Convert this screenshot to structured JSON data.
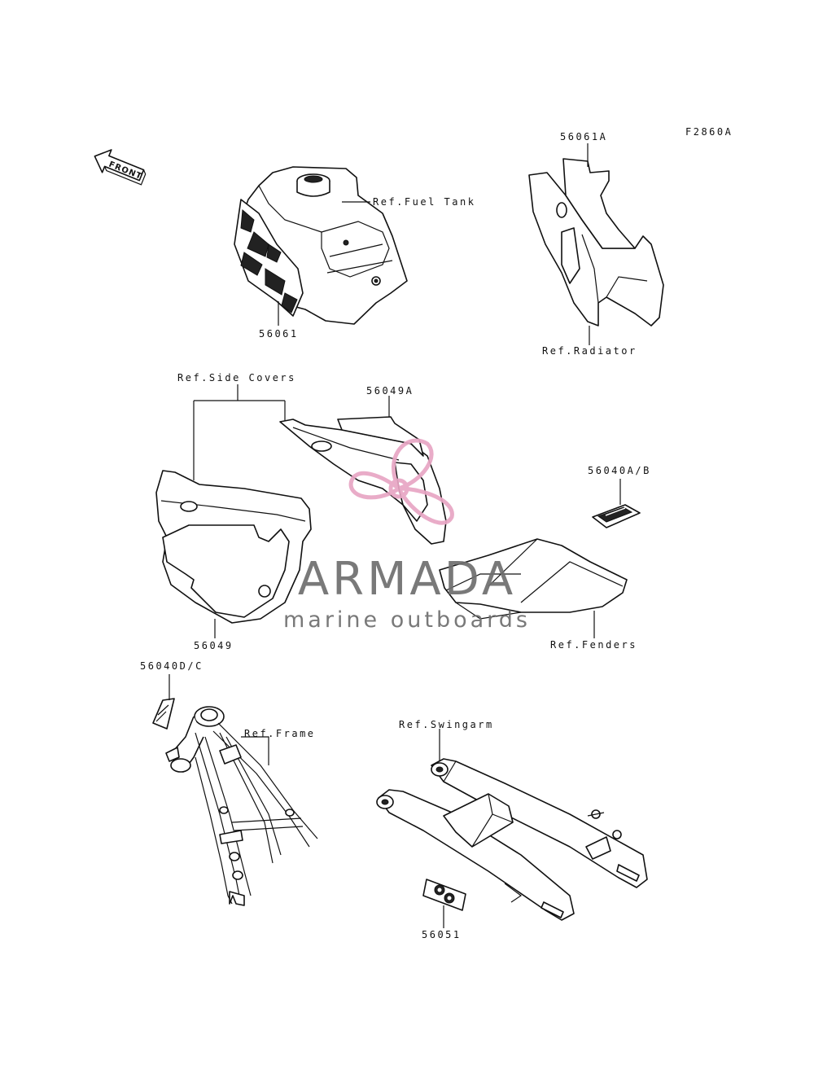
{
  "figure_code": "F2860A",
  "front_label": "FRONT",
  "labels": {
    "p56061": "56061",
    "fuel_tank": "Ref.Fuel Tank",
    "p56061a": "56061A",
    "radiator": "Ref.Radiator",
    "side_covers": "Ref.Side Covers",
    "p56049a": "56049A",
    "p56040ab": "56040A/B",
    "p56049": "56049",
    "fenders": "Ref.Fenders",
    "p56040dc": "56040D/C",
    "frame": "Ref.Frame",
    "swingarm": "Ref.Swingarm",
    "p56051": "56051"
  },
  "watermark": {
    "brand": "ARMADA",
    "tagline": "marine outboards",
    "brand_color": "#6e6e6e",
    "accent_color": "#e8a6c4"
  }
}
